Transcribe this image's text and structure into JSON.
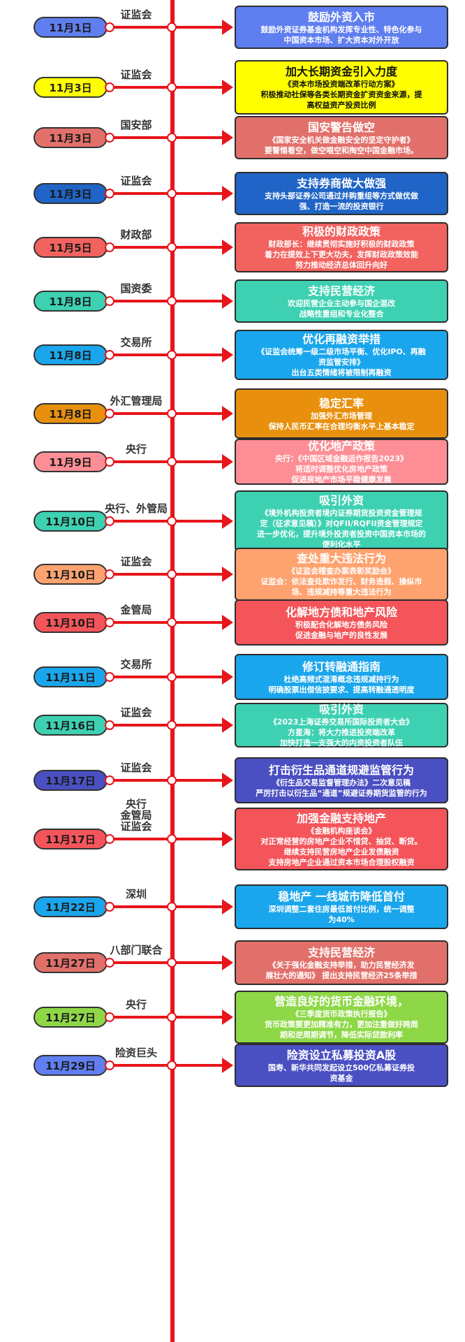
{
  "colors": {
    "spine": "#e8141b",
    "blue": "#5f7ef0",
    "yellow": "#ffff00",
    "salmon": "#e2706a",
    "navy": "#1f64c6",
    "coral": "#f2625f",
    "teal": "#3dd1b2",
    "sky": "#1aa6ec",
    "amber": "#e8900d",
    "pink": "#fe8e95",
    "peach": "#fea36f",
    "red": "#f4555a",
    "lime": "#8ed847",
    "indigo": "#4a4fc2",
    "royal": "#5f7ef0"
  },
  "events": [
    {
      "date": "11月1日",
      "agency": [
        "证监会"
      ],
      "pill": "blue",
      "card": "blue",
      "title": "鼓励外资入市",
      "lines": [
        "鼓励外资证券基金机构发挥专业性、特色化参与",
        "中国资本市场、扩大资本对外开放"
      ]
    },
    {
      "date": "11月3日",
      "agency": [
        "证监会"
      ],
      "pill": "yellow",
      "card": "yellow",
      "title": "加大长期资金引入力度",
      "lines": [
        "《资本市场投资端改革行动方案》",
        "积极推动社保等各类长期资金扩资资金来源，提",
        "高权益资产投资比例"
      ]
    },
    {
      "date": "11月3日",
      "agency": [
        "国安部"
      ],
      "pill": "salmon",
      "card": "salmon",
      "title": "国安警告做空",
      "lines": [
        "《国家安全机关做金融安全的坚定守护者》",
        "要警惕看空，做空唱空和掏空中国金融市场。"
      ]
    },
    {
      "date": "11月3日",
      "agency": [
        "证监会"
      ],
      "pill": "navy",
      "card": "navy",
      "title": "支持券商做大做强",
      "lines": [
        "支持头部证券公司通过并购重组等方式做优做",
        "强、打造一流的投资银行"
      ]
    },
    {
      "date": "11月5日",
      "agency": [
        "财政部"
      ],
      "pill": "coral",
      "card": "coral",
      "title": "积极的财政政策",
      "lines": [
        "财政部长：继续贯彻实施好积极的财政政策",
        "着力在提效上下更大功夫，发挥财政政策效能",
        "努力推动经济总体回升向好"
      ]
    },
    {
      "date": "11月8日",
      "agency": [
        "国资委"
      ],
      "pill": "teal",
      "card": "teal",
      "title": "支持民营经济",
      "lines": [
        "欢迎民营企业主动参与国企混改",
        "战略性重组和专业化整合"
      ]
    },
    {
      "date": "11月8日",
      "agency": [
        "交易所"
      ],
      "pill": "sky",
      "card": "sky",
      "title": "优化再融资举措",
      "lines": [
        "《证监会统筹一级二级市场平衡、优化IPO、再融",
        "资监管安排》",
        "出台五类情绪将被限制再融资"
      ]
    },
    {
      "date": "11月8日",
      "agency": [
        "外汇管理局"
      ],
      "pill": "amber",
      "card": "amber",
      "title": "稳定汇率",
      "lines": [
        "加强外汇市场管理",
        "保持人民币汇率在合理均衡水平上基本稳定"
      ]
    },
    {
      "date": "11月9日",
      "agency": [
        "央行"
      ],
      "pill": "pink",
      "card": "pink",
      "title": "优化地产政策",
      "lines": [
        "央行：《中国区域金融运作报告2023》",
        "将适时调整优化房地产政策",
        "促进房地产市场平稳健康发展"
      ]
    },
    {
      "date": "11月10日",
      "agency": [
        "央行、外管局"
      ],
      "pill": "teal",
      "card": "teal",
      "title": "吸引外资",
      "lines": [
        "《境外机构投资者境内证券期货投资资金管理规",
        "定（征求意见稿）》对QFII/RQFII资金管理规定",
        "进一步优化，提升境外投资者投资中国资本市场的",
        "便利化水平"
      ]
    },
    {
      "date": "11月10日",
      "agency": [
        "证监会"
      ],
      "pill": "peach",
      "card": "peach",
      "title": "查处重大违法行为",
      "lines": [
        "《证监会稽查办案表彰奖励会》",
        "证监会：依法查处欺诈发行、财务造假、操纵市",
        "场、违规减持等重大违法行为"
      ]
    },
    {
      "date": "11月10日",
      "agency": [
        "金管局"
      ],
      "pill": "red",
      "card": "red",
      "title": "化解地方债和地产风险",
      "lines": [
        "积极配合化解地方债务风险",
        "促进金融与地产的良性发展"
      ]
    },
    {
      "date": "11月11日",
      "agency": [
        "交易所"
      ],
      "pill": "sky",
      "card": "sky",
      "title": "修订转融通指南",
      "lines": [
        "杜绝高频式混淆概念违规减持行为",
        "明确股票出借信披要求、提高转融通透明度"
      ]
    },
    {
      "date": "11月16日",
      "agency": [
        "证监会"
      ],
      "pill": "teal",
      "card": "teal",
      "title": "吸引外资",
      "lines": [
        "《2023上海证券交易所国际投资者大会》",
        "方星海：将大力推进投资端改革",
        "加快打造一支强大的内资投资者队伍"
      ]
    },
    {
      "date": "11月17日",
      "agency": [
        "证监会"
      ],
      "pill": "indigo",
      "card": "indigo",
      "title": "打击衍生品通道规避监管行为",
      "lines": [
        "《衍生品交易监督管理办法》二次意见稿",
        "严厉打击以衍生品“通道”规避证券期货监管的行为"
      ]
    },
    {
      "date": "11月17日",
      "agency": [
        "央行",
        "金管局",
        "证监会"
      ],
      "pill": "red",
      "card": "red",
      "title": "加强金融支持地产",
      "lines": [
        "《金融机构座谈会》",
        "对正常经营的房地产企业不惜贷、抽贷、断贷。",
        "继续支持民营房地产企业发债融资",
        "支持房地产企业通过资本市场合理股权融资"
      ]
    },
    {
      "date": "11月22日",
      "agency": [
        "深圳"
      ],
      "pill": "sky",
      "card": "sky",
      "title": "稳地产 一线城市降低首付",
      "lines": [
        "深圳调整二套住房最低首付比例，统一调整",
        "为40%"
      ]
    },
    {
      "date": "11月27日",
      "agency": [
        "八部门联合"
      ],
      "pill": "salmon",
      "card": "salmon",
      "title": "支持民营经济",
      "lines": [
        "《关于强化金融支持举措，助力民营经济发",
        "展壮大的通知》  提出支持民营经济25条举措"
      ]
    },
    {
      "date": "11月27日",
      "agency": [
        "央行"
      ],
      "pill": "lime",
      "card": "lime",
      "title": "营造良好的货币金融环境，",
      "lines": [
        "《三季度货币政策执行报告》",
        "货币政策要更加精准有力，更加注重做好跨周",
        "期和逆周期调节，降低实际贷款利率"
      ]
    },
    {
      "date": "11月29日",
      "agency": [
        "险资巨头"
      ],
      "pill": "royal",
      "card": "indigo",
      "title": "险资设立私募投资A股",
      "lines": [
        "国寿、新华共同发起设立500亿私募证券投",
        "资基金"
      ]
    }
  ]
}
